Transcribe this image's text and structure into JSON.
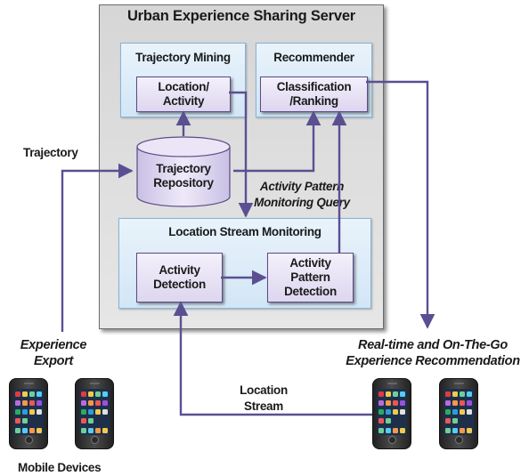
{
  "server": {
    "title": "Urban Experience Sharing Server"
  },
  "trajectory_mining": {
    "title": "Trajectory Mining",
    "location_activity": "Location/ Activity"
  },
  "recommender": {
    "title": "Recommender",
    "classification_ranking": "Classification /Ranking"
  },
  "repository": {
    "label": "Trajectory Repository"
  },
  "query_label": "Activity Pattern Monitoring Query",
  "stream_monitoring": {
    "title": "Location Stream Monitoring",
    "activity_detection": "Activity Detection",
    "pattern_detection": "Activity Pattern Detection"
  },
  "labels": {
    "trajectory": "Trajectory",
    "experience_export": "Experience Export",
    "recommendation": "Real-time and On-The-Go Experience Recommendation",
    "location_stream": "Location Stream",
    "mobile_devices": "Mobile Devices"
  },
  "colors": {
    "arrow": "#5b4f92",
    "panel_border": "#89b3d6",
    "box_border": "#5b4a86",
    "cylinder": "#dcd5ee"
  },
  "icons": [
    "phone-icon",
    "phone-icon",
    "phone-icon",
    "phone-icon"
  ]
}
